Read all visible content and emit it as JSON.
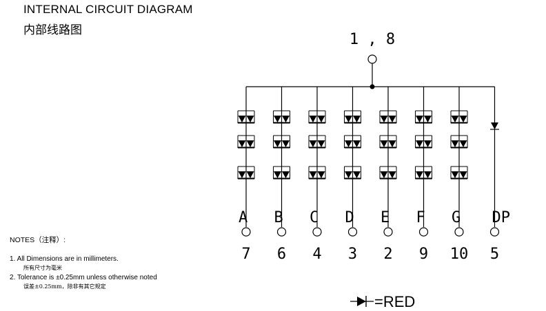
{
  "header": {
    "title": "INTERNAL CIRCUIT DIAGRAM",
    "subtitle": "内部线路图"
  },
  "diagram": {
    "common_pins": "1 , 8",
    "columns": [
      {
        "segment": "A",
        "pin": "7",
        "leds": 3
      },
      {
        "segment": "B",
        "pin": "6",
        "leds": 3
      },
      {
        "segment": "C",
        "pin": "4",
        "leds": 3
      },
      {
        "segment": "D",
        "pin": "3",
        "leds": 3
      },
      {
        "segment": "E",
        "pin": "2",
        "leds": 3
      },
      {
        "segment": "F",
        "pin": "9",
        "leds": 3
      },
      {
        "segment": "G",
        "pin": "10",
        "leds": 3
      },
      {
        "segment": "DP",
        "pin": "5",
        "leds": 1
      }
    ]
  },
  "legend": {
    "text": "=RED"
  },
  "notes": {
    "title": "NOTES（注释）:",
    "items": [
      {
        "text": "1. All Dimensions are in millimeters.",
        "sub": "所有尺寸为毫米"
      },
      {
        "text": "2. Tolerance is ±0.25mm unless otherwise noted",
        "sub": "误差±0.25mm，除非有其它规定"
      }
    ]
  }
}
